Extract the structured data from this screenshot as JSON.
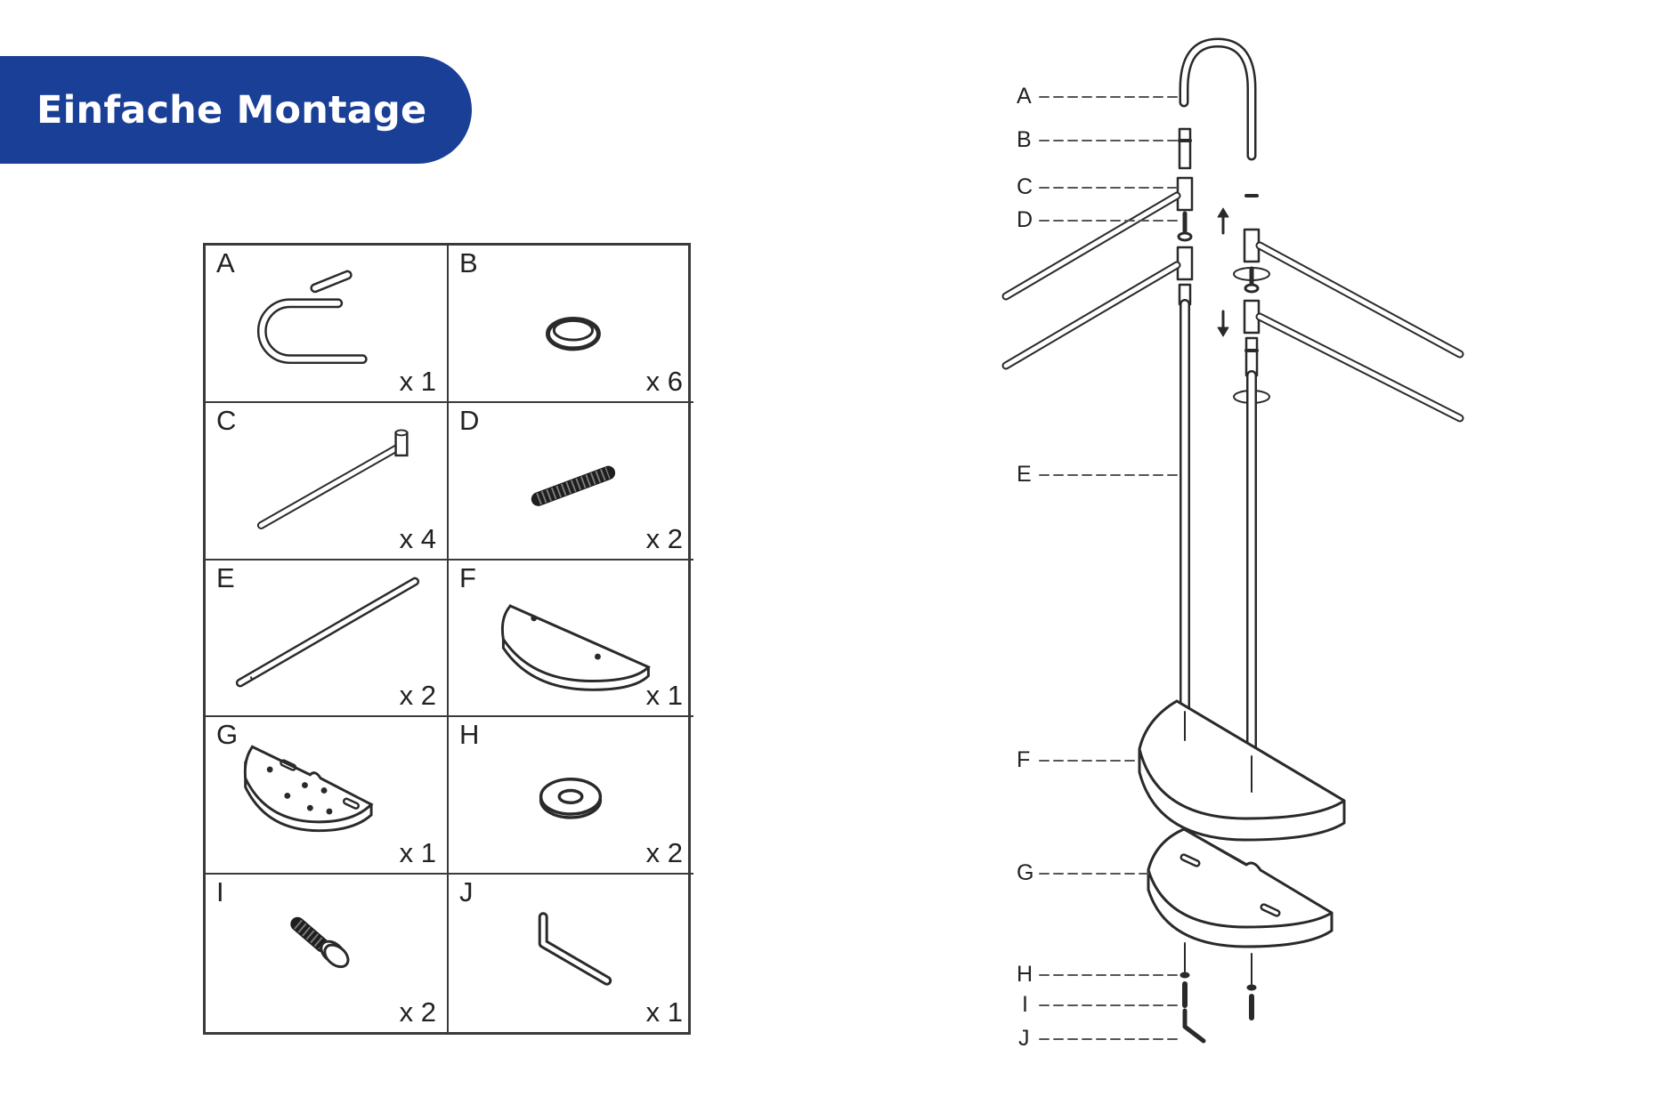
{
  "header": {
    "title": "Einfache Montage"
  },
  "parts": [
    {
      "letter": "A",
      "qty": "x 1",
      "icon": "u-bar-icon"
    },
    {
      "letter": "B",
      "qty": "x 6",
      "icon": "ring-icon"
    },
    {
      "letter": "C",
      "qty": "x 4",
      "icon": "hanger-arm-icon"
    },
    {
      "letter": "D",
      "qty": "x 2",
      "icon": "threaded-rod-icon"
    },
    {
      "letter": "E",
      "qty": "x 2",
      "icon": "pole-icon"
    },
    {
      "letter": "F",
      "qty": "x 1",
      "icon": "base-top-icon"
    },
    {
      "letter": "G",
      "qty": "x 1",
      "icon": "base-bottom-icon"
    },
    {
      "letter": "H",
      "qty": "x 2",
      "icon": "washer-icon"
    },
    {
      "letter": "I",
      "qty": "x 2",
      "icon": "bolt-icon"
    },
    {
      "letter": "J",
      "qty": "x 1",
      "icon": "allen-key-icon"
    }
  ],
  "assembly": {
    "labels": [
      "A",
      "B",
      "C",
      "D",
      "E",
      "F",
      "G",
      "H",
      "I",
      "J"
    ]
  },
  "colors": {
    "banner": "#1a3f96",
    "banner_text": "#ffffff",
    "line": "#2a2a2a"
  }
}
